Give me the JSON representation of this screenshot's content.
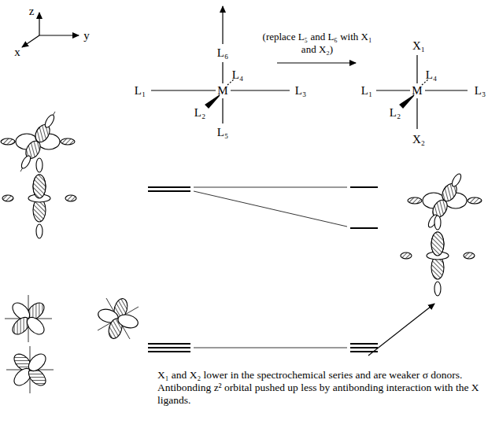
{
  "diagram": {
    "labels": [
      "z",
      "x",
      "y",
      "L₆",
      "L₄",
      "L₁",
      "M",
      "L₃",
      "L₂",
      "L₅",
      "(replace L₅ and L₆ with X₁ and X₂)",
      "X₁",
      "L₄",
      "L₁",
      "M",
      "L₃",
      "L₂",
      "X₂",
      "X₁ and X₂ lower in the spectrochemical series and are weaker σ donors. Antibonding z² orbital pushed up less by antibonding interaction with the X ligands."
    ]
  }
}
